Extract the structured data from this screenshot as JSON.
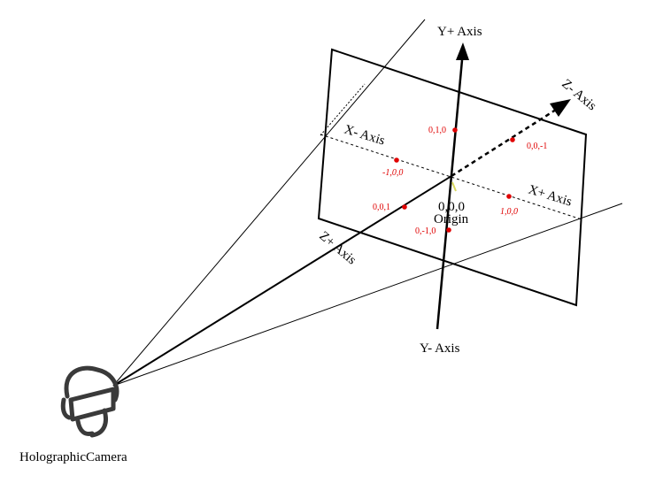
{
  "axes": {
    "y_plus": "Y+ Axis",
    "y_minus": "Y- Axis",
    "x_minus": "X- Axis",
    "x_plus": "X+ Axis",
    "z_minus": "Z- Axis",
    "z_plus": "Z+ Axis"
  },
  "origin": {
    "coords": "0,0,0",
    "label": "Origin"
  },
  "points": [
    {
      "label": "0,1,0"
    },
    {
      "label": "0,0,-1"
    },
    {
      "label": "-1,0,0"
    },
    {
      "label": "1,0,0"
    },
    {
      "label": "0,0,1"
    },
    {
      "label": "0,-1,0"
    }
  ],
  "camera": {
    "label": "HolographicCamera",
    "icon": "holographic-headset-icon"
  },
  "colors": {
    "line": "#000000",
    "point": "#e00000",
    "origin_marker": "#d8d860"
  }
}
